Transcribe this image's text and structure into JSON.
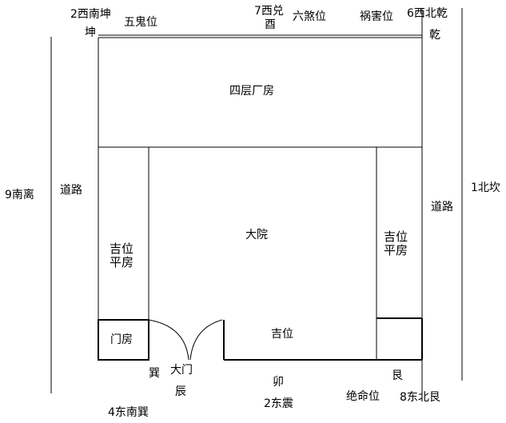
{
  "labels": {
    "sw_kun": "2西南坤",
    "kun": "坤",
    "wugui": "五鬼位",
    "w_dui": "7西兑",
    "you": "酉",
    "liusha": "六煞位",
    "huohai": "祸害位",
    "nw_qian": "6西北乾",
    "qian": "乾",
    "factory": "四层厂房",
    "south_li": "9南离",
    "road_left": "道路",
    "north_kan": "1北坎",
    "road_right": "道路",
    "courtyard": "大院",
    "left_house_line1": "吉位",
    "left_house_line2": "平房",
    "right_house_line1": "吉位",
    "right_house_line2": "平房",
    "guardhouse": "门房",
    "jiwei": "吉位",
    "xun": "巽",
    "gate": "大门",
    "chen": "辰",
    "mao": "卯",
    "gen": "艮",
    "juemingwei": "绝命位",
    "ne_gen": "8东北艮",
    "se_xun": "4东南巽",
    "e_zhen": "2东震"
  },
  "colors": {
    "ink": "#000000",
    "background": "#ffffff"
  }
}
